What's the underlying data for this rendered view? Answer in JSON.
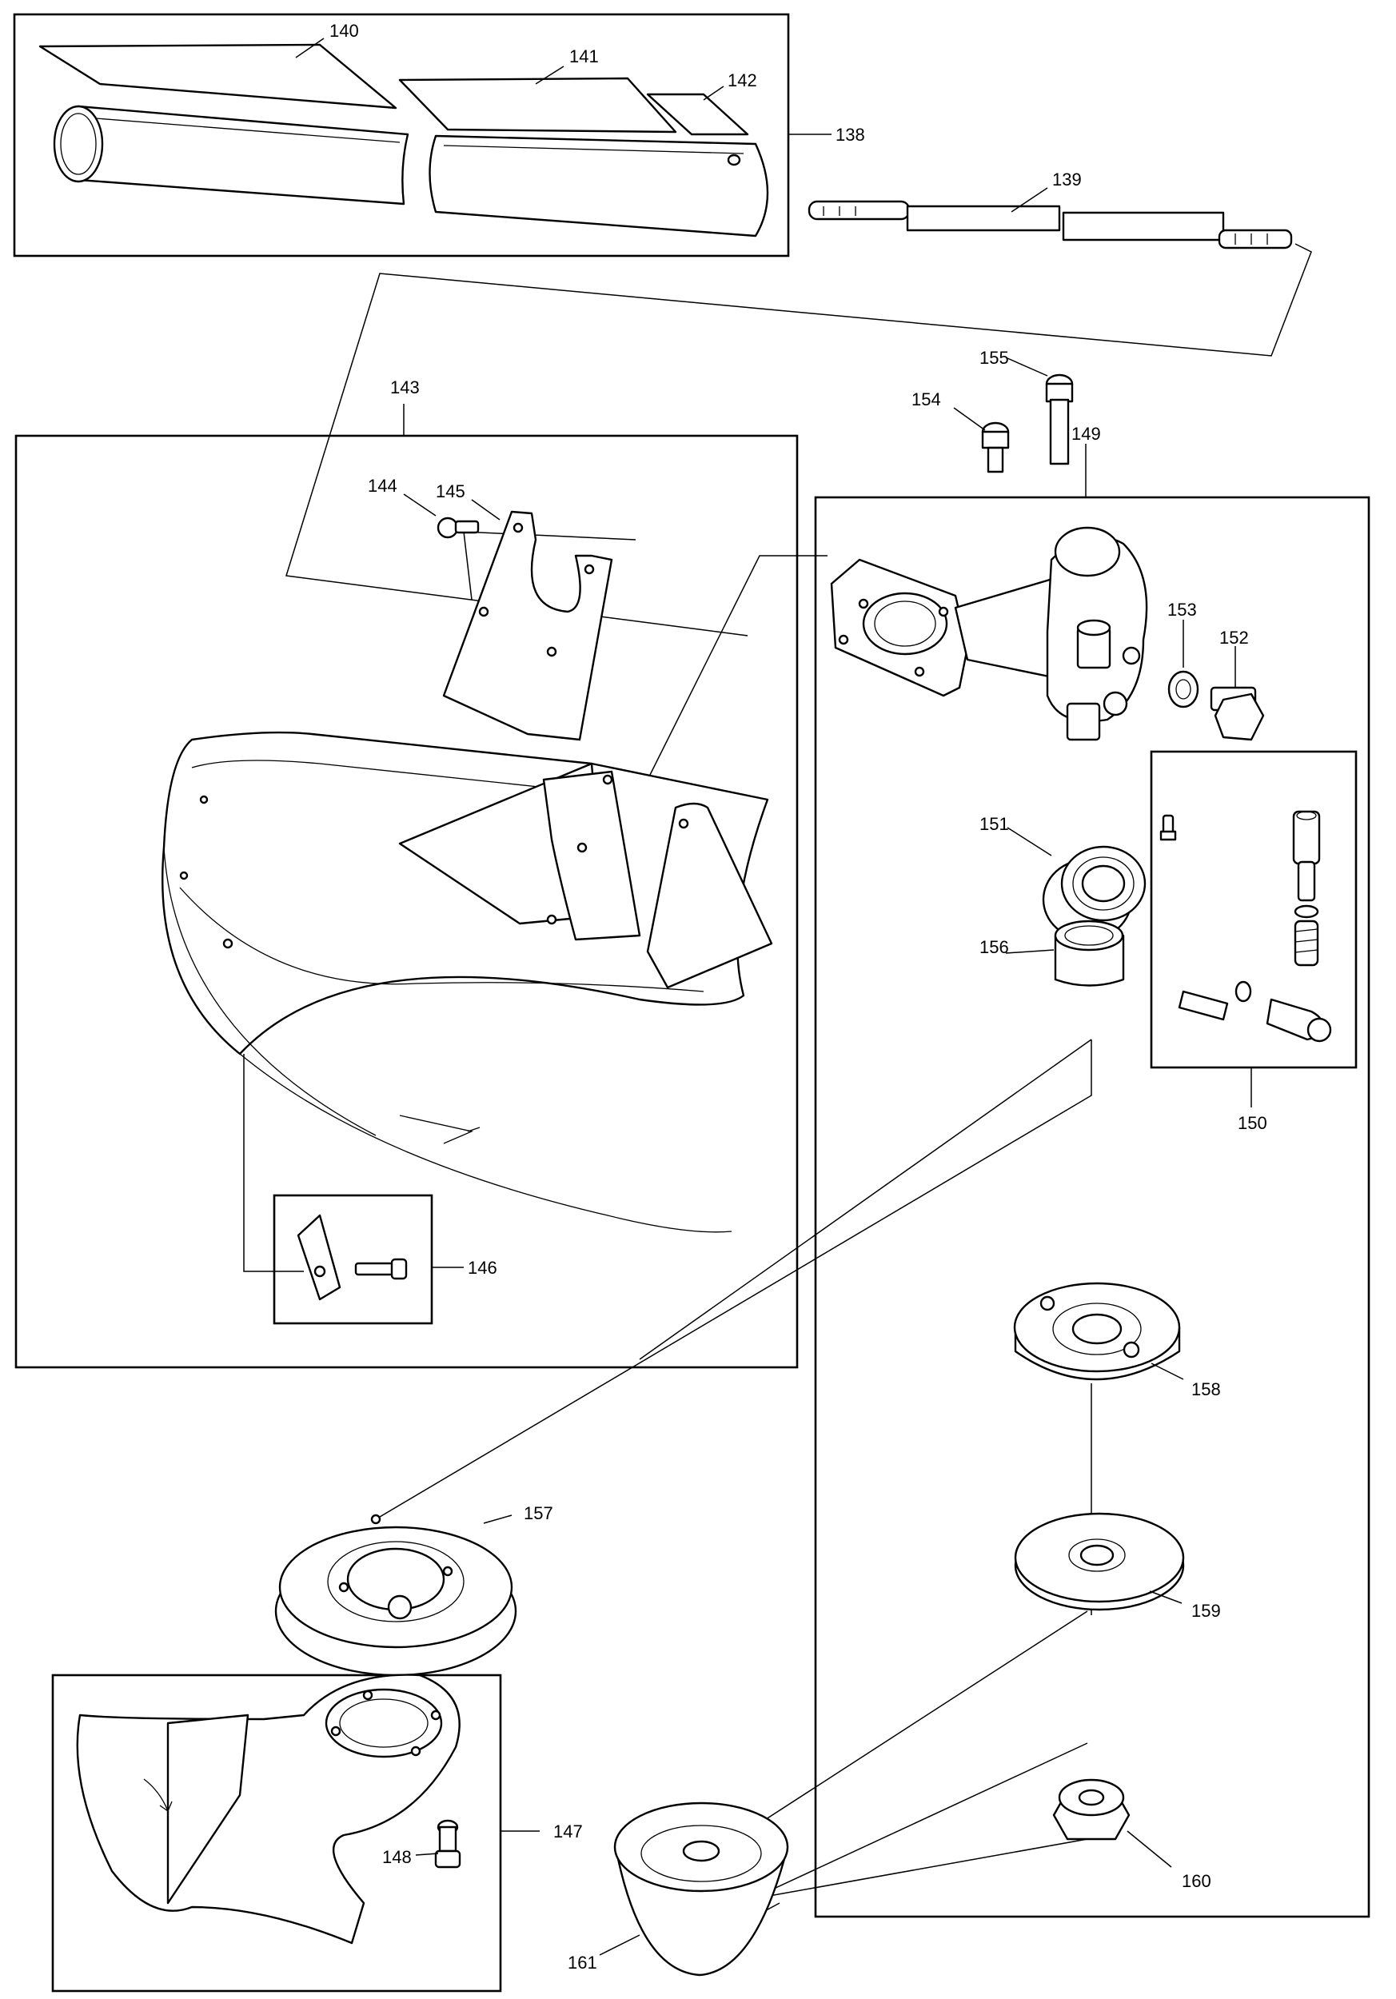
{
  "parts": {
    "p138": "138",
    "p139": "139",
    "p140": "140",
    "p141": "141",
    "p142": "142",
    "p143": "143",
    "p144": "144",
    "p145": "145",
    "p146": "146",
    "p147": "147",
    "p148": "148",
    "p149": "149",
    "p150": "150",
    "p151": "151",
    "p152": "152",
    "p153": "153",
    "p154": "154",
    "p155": "155",
    "p156": "156",
    "p157": "157",
    "p158": "158",
    "p159": "159",
    "p160": "160",
    "p161": "161"
  }
}
